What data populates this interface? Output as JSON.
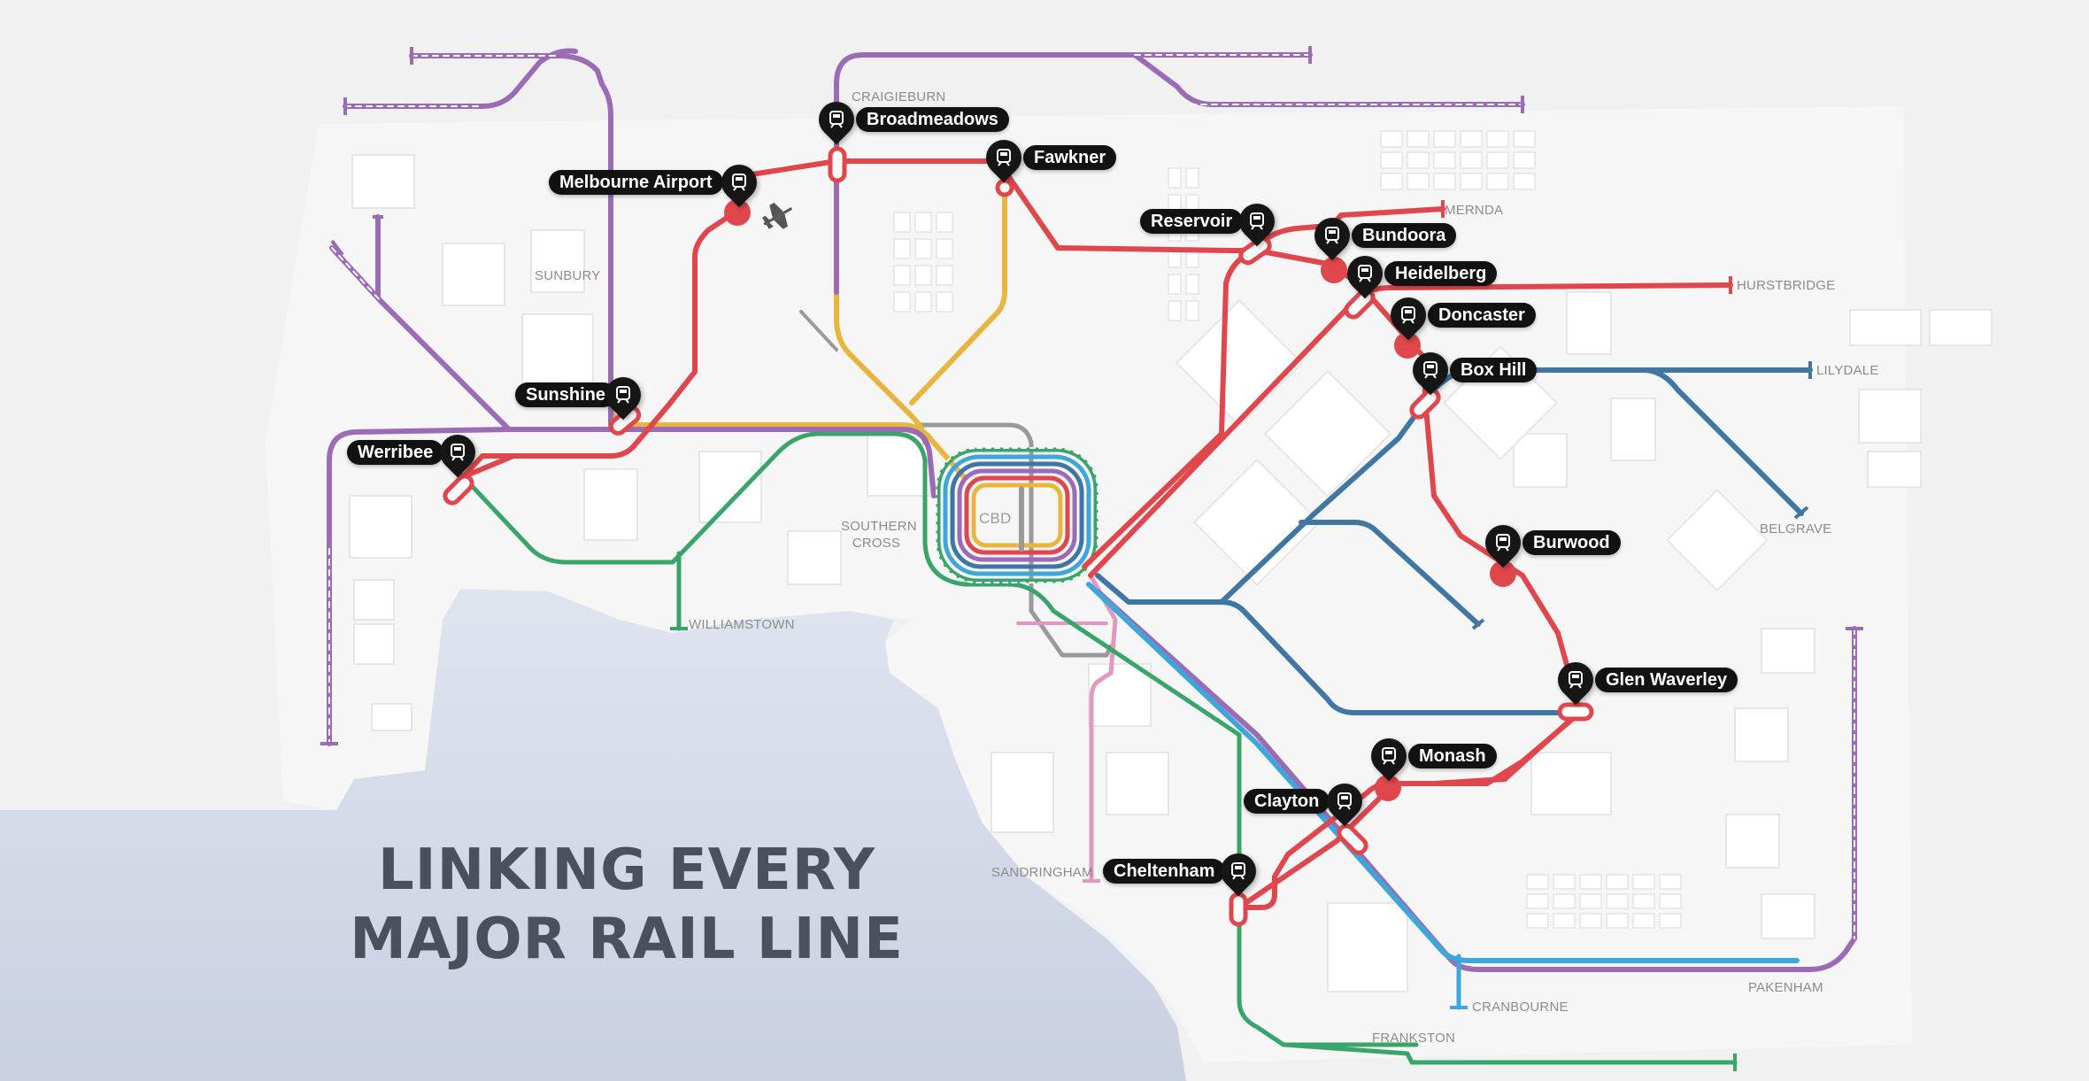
{
  "headline": {
    "line1": "LINKING EVERY",
    "line2": "MAJOR RAIL LINE"
  },
  "stations": {
    "broadmeadows": "Broadmeadows",
    "fawkner": "Fawkner",
    "melbourne_airport": "Melbourne Airport",
    "reservoir": "Reservoir",
    "bundoora": "Bundoora",
    "heidelberg": "Heidelberg",
    "doncaster": "Doncaster",
    "box_hill": "Box Hill",
    "sunshine": "Sunshine",
    "werribee": "Werribee",
    "burwood": "Burwood",
    "glen_waverley": "Glen Waverley",
    "monash": "Monash",
    "clayton": "Clayton",
    "cheltenham": "Cheltenham"
  },
  "terminals": {
    "craigieburn": "CRAIGIEBURN",
    "mernda": "MERNDA",
    "hurstbridge": "HURSTBRIDGE",
    "lilydale": "LILYDALE",
    "belgrave": "BELGRAVE",
    "sunbury": "SUNBURY",
    "williamstown": "WILLIAMSTOWN",
    "sandringham": "SANDRINGHAM",
    "cranbourne": "CRANBOURNE",
    "pakenham": "PAKENHAM",
    "frankston": "FRANKSTON"
  },
  "areas": {
    "southern_cross_1": "SOUTHERN",
    "southern_cross_2": "CROSS",
    "cbd": "CBD"
  },
  "icons": {
    "station_pin": "train-icon",
    "airport": "plane-icon"
  },
  "colors": {
    "srl": "#e0474c",
    "purple": "#9b6bb5",
    "yellow": "#e8b53e",
    "green": "#3aa56a",
    "blue": "#3f76a3",
    "cyan": "#3ea6d8",
    "pink": "#e399bf",
    "grey": "#9a9a9a",
    "water": "#d5dbe8",
    "land": "#f7f7f8",
    "headline": "#4a505c"
  }
}
